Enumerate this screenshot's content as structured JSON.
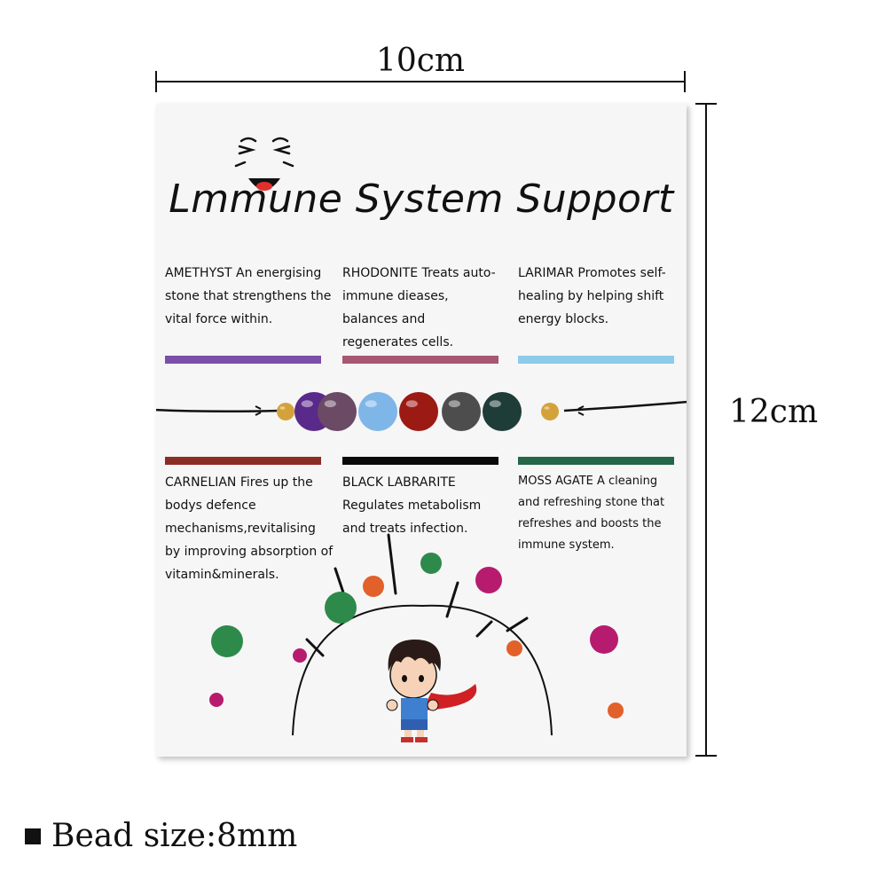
{
  "dimensions": {
    "width": "10cm",
    "height": "12cm"
  },
  "card": {
    "title": "Lmmune System Support",
    "stones": [
      {
        "text": "AMETHYST An energising stone that strengthens the vital force within.",
        "color": "#7b4fa8"
      },
      {
        "text": "RHODONITE Treats auto-immune dieases, balances and regenerates cells.",
        "color": "#a85772"
      },
      {
        "text": "LARIMAR Promotes self-healing by helping shift energy blocks.",
        "color": "#8ccbea"
      },
      {
        "text": "CARNELIAN Fires up the bodys defence mechanisms,revitalising by improving absorption of vitamin&minerals.",
        "color": "#8a2e25"
      },
      {
        "text": "BLACK LABRARITE Regulates metabolism and treats infection.",
        "color": "#0a0a0a"
      },
      {
        "text": "MOSS AGATE A cleaning and refreshing stone that refreshes and boosts the immune system.",
        "color": "#256548"
      }
    ],
    "beads": [
      {
        "name": "gold-spacer",
        "color": "#d4a23a"
      },
      {
        "name": "amethyst",
        "color": "#5a2a8a"
      },
      {
        "name": "rhodonite",
        "color": "#6b4a66"
      },
      {
        "name": "larimar",
        "color": "#7fb6e8"
      },
      {
        "name": "carnelian",
        "color": "#9c1a14"
      },
      {
        "name": "labradorite",
        "color": "#4d4d4d"
      },
      {
        "name": "moss-agate",
        "color": "#1f3d38"
      },
      {
        "name": "gold-spacer",
        "color": "#d4a23a"
      }
    ]
  },
  "bead_size": "Bead size:8mm"
}
